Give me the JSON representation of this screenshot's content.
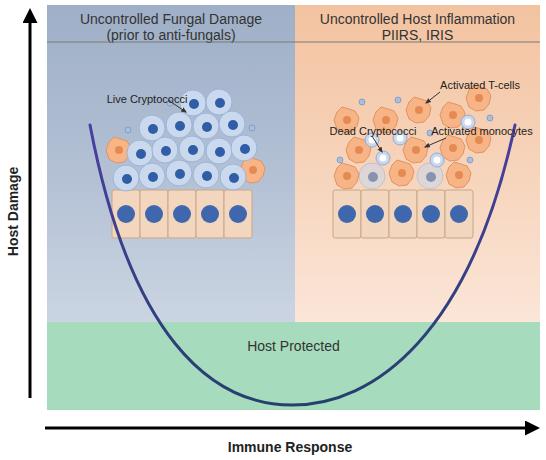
{
  "diagram": {
    "nodes": [
      {
        "text": [
          "Uncontrolled Fungal Damage (prior to anti-fungals)"
        ]
      },
      {
        "text": [
          "Uncontrolled Host Inflammation PIIRS, IRIS"
        ]
      },
      {
        "text": [
          "Host Protected"
        ]
      }
    ],
    "labels": [
      "Live Cryptococci",
      "Dead Cryptococci",
      "Activated T-cells",
      "Activated monocytes",
      "Host Damage",
      "Immune Response"
    ]
  }
}
